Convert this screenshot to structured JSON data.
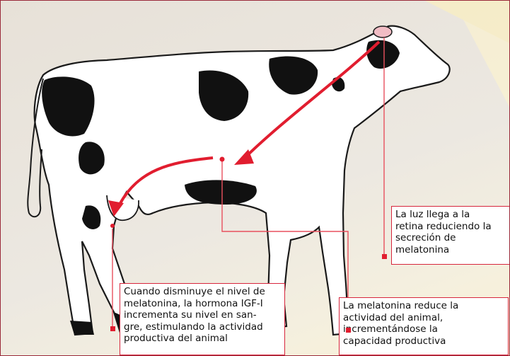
{
  "callouts": {
    "retina": "La luz llega a la\n retina reduciendo la\nsecreción de\nmelatonina",
    "melatonin": "La melatonina reduce la\nactividad del animal,\nincrementándose la\ncapacidad productiva",
    "igf": "Cuando disminuye el nivel de\nmelatonina, la hormona IGF-I\nincrementa su nivel en san-\ngre, estimulando la actividad\nproductiva del animal"
  },
  "colors": {
    "arrow": "#e11d2f",
    "leader_line": "#e8505e",
    "callout_border": "#d7263d",
    "cow_spots": "#111111",
    "background": "#e9e4dc"
  }
}
